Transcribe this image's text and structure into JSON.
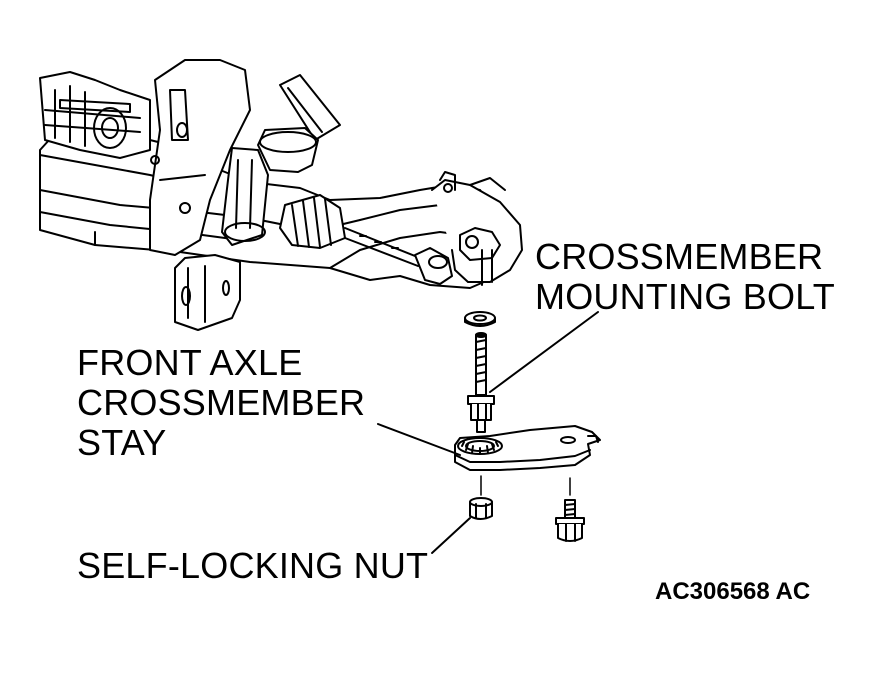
{
  "labels": {
    "crossmember_bolt": [
      "CROSSMEMBER",
      "MOUNTING BOLT"
    ],
    "stay": [
      "FRONT AXLE",
      "CROSSMEMBER",
      "STAY"
    ],
    "nut": "SELF-LOCKING NUT"
  },
  "figure_code": "AC306568 AC",
  "colors": {
    "ink": "#000000",
    "paper": "#ffffff"
  }
}
